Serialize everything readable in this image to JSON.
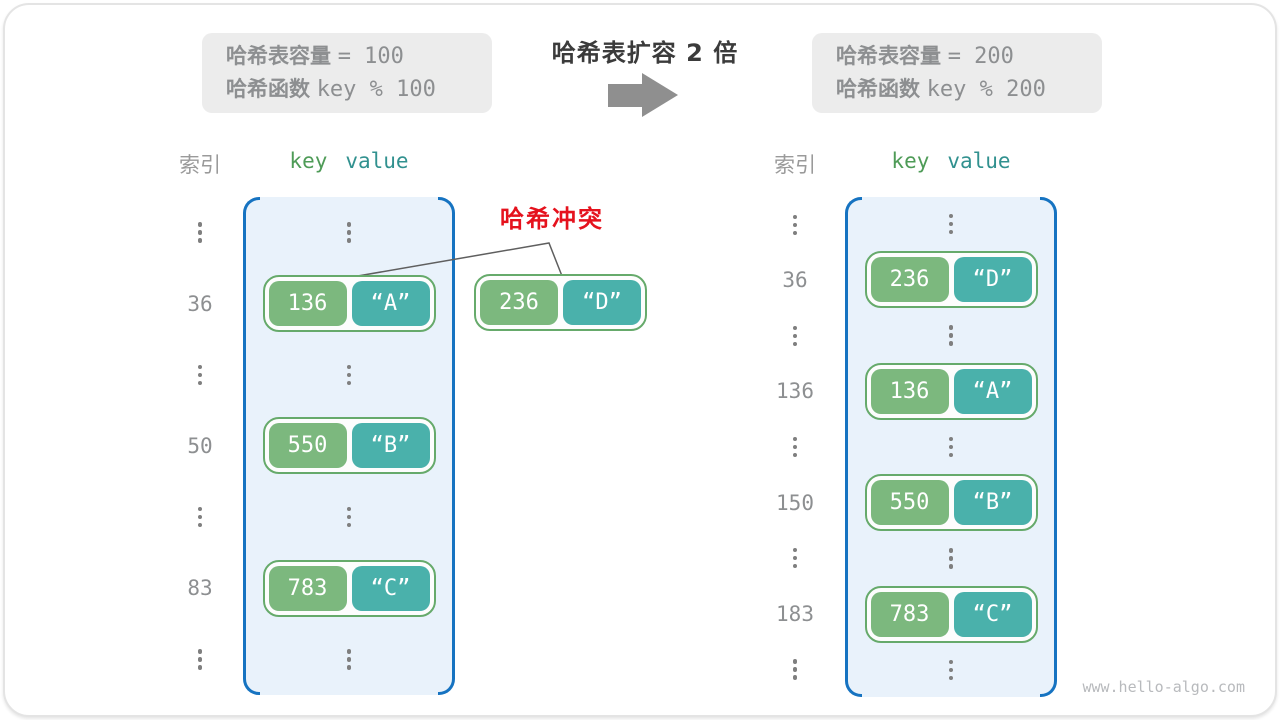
{
  "title": "哈希表扩容 2 倍",
  "boxes": {
    "before": {
      "capacity_label": "哈希表容量",
      "capacity_value": "= 100",
      "hash_label": "哈希函数",
      "hash_value": "key % 100"
    },
    "after": {
      "capacity_label": "哈希表容量",
      "capacity_value": "= 200",
      "hash_label": "哈希函数",
      "hash_value": "key % 200"
    }
  },
  "headers": {
    "index": "索引",
    "key": "key",
    "value": "value"
  },
  "conflict_label": "哈希冲突",
  "conflict_pair": {
    "key": "236",
    "value": "“D”"
  },
  "before_table": {
    "rows": [
      {
        "type": "ellipsis"
      },
      {
        "type": "entry",
        "index": "36",
        "key": "136",
        "value": "“A”"
      },
      {
        "type": "ellipsis"
      },
      {
        "type": "entry",
        "index": "50",
        "key": "550",
        "value": "“B”"
      },
      {
        "type": "ellipsis"
      },
      {
        "type": "entry",
        "index": "83",
        "key": "783",
        "value": "“C”"
      },
      {
        "type": "ellipsis"
      }
    ]
  },
  "after_table": {
    "rows": [
      {
        "type": "ellipsis"
      },
      {
        "type": "entry",
        "index": "36",
        "key": "236",
        "value": "“D”"
      },
      {
        "type": "ellipsis"
      },
      {
        "type": "entry",
        "index": "136",
        "key": "136",
        "value": "“A”"
      },
      {
        "type": "ellipsis"
      },
      {
        "type": "entry",
        "index": "150",
        "key": "550",
        "value": "“B”"
      },
      {
        "type": "ellipsis"
      },
      {
        "type": "entry",
        "index": "183",
        "key": "783",
        "value": "“C”"
      },
      {
        "type": "ellipsis"
      }
    ]
  },
  "watermark": "www.hello-algo.com",
  "colors": {
    "container_border": "#1673c1",
    "container_bg": "#e9f2fb",
    "key_bg": "#7cb87e",
    "value_bg": "#4ab1ab",
    "pair_border": "#66aa6b",
    "key_header": "#4e9b57",
    "value_header": "#31918f",
    "conflict_red": "#e5121d",
    "gray_text": "#8d8f91",
    "title_text": "#3b3b3b",
    "box_bg": "#ececec",
    "arrow_gray": "#8f8f8f",
    "connector": "#5f5f5f",
    "dots": "#7f7f7f",
    "watermark_gray": "#b8babd"
  }
}
